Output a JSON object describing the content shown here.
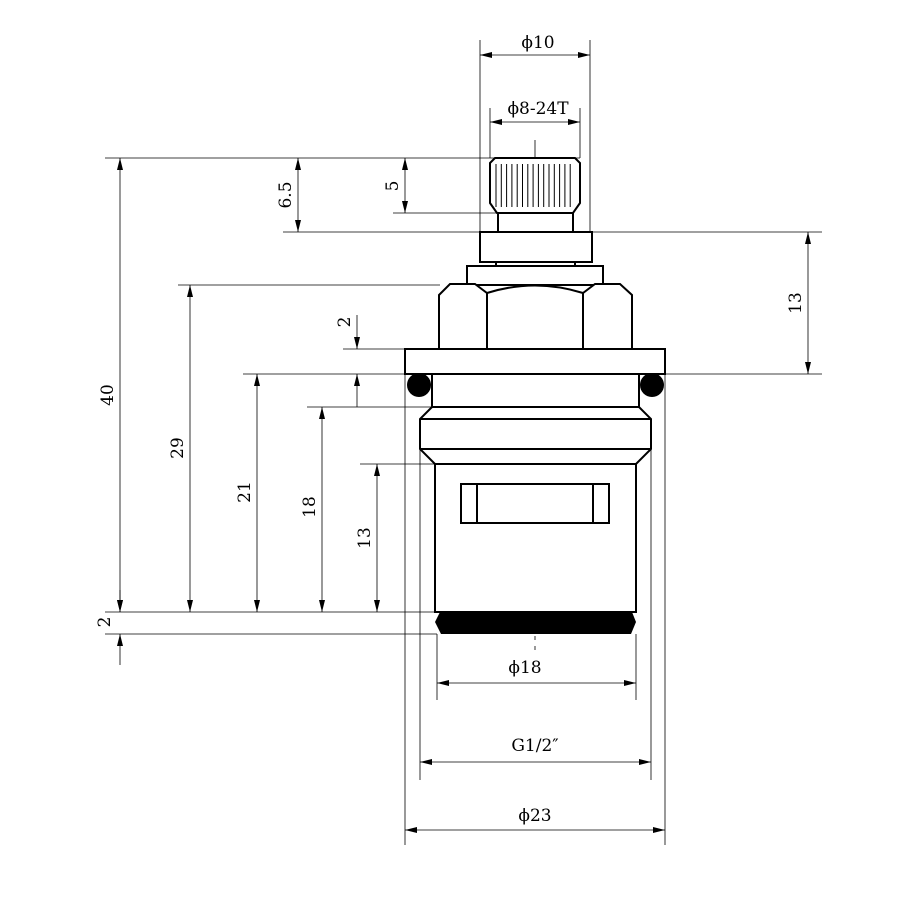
{
  "drawing": {
    "title": "Cartridge dimension drawing",
    "dimensions": {
      "stem_diameter": "ϕ10",
      "spline": "ϕ8-24T",
      "spline_height": "5",
      "top_height": "6.5",
      "upper_height": "13",
      "total_height": "40",
      "height_29": "29",
      "height_21": "21",
      "height_18": "18",
      "height_13": "13",
      "flange_thickness": "2",
      "seal_thickness": "2",
      "body_diameter": "ϕ18",
      "thread": "G1/2″",
      "flange_diameter": "ϕ23"
    }
  }
}
